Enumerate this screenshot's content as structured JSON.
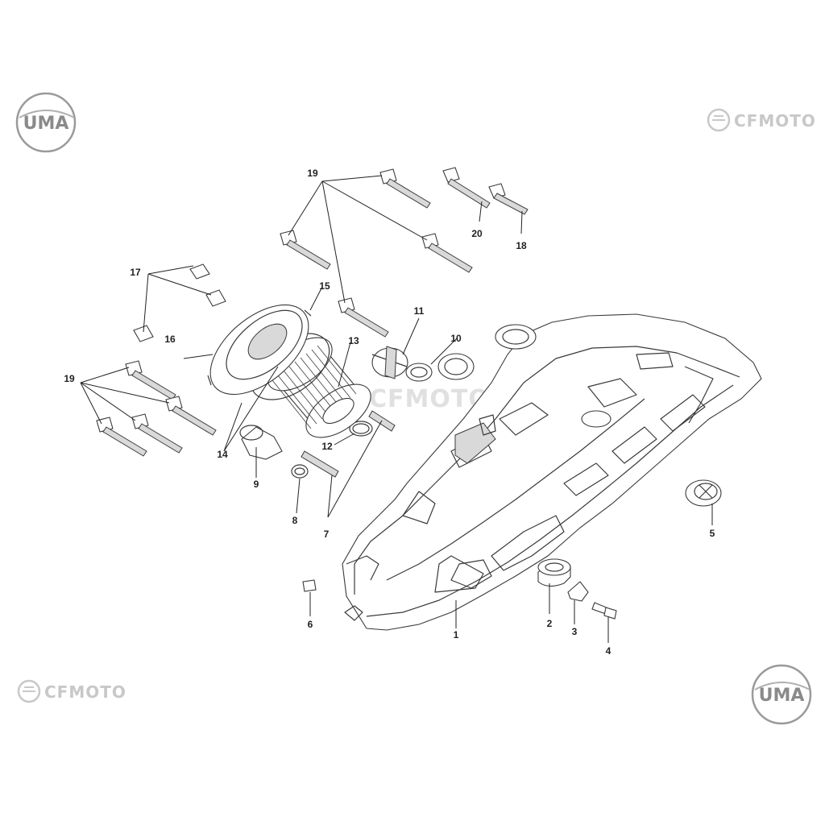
{
  "watermarks": {
    "uma_logo_text": "UMA",
    "cfmoto_logo_text": "CFMOTO"
  },
  "callouts": [
    {
      "id": "c1",
      "text": "1"
    },
    {
      "id": "c2",
      "text": "2"
    },
    {
      "id": "c3",
      "text": "3"
    },
    {
      "id": "c4",
      "text": "4"
    },
    {
      "id": "c5",
      "text": "5"
    },
    {
      "id": "c6",
      "text": "6"
    },
    {
      "id": "c7",
      "text": "7"
    },
    {
      "id": "c8",
      "text": "8"
    },
    {
      "id": "c9",
      "text": "9"
    },
    {
      "id": "c10",
      "text": "10"
    },
    {
      "id": "c11",
      "text": "11"
    },
    {
      "id": "c12",
      "text": "12"
    },
    {
      "id": "c13",
      "text": "13"
    },
    {
      "id": "c14",
      "text": "14"
    },
    {
      "id": "c15",
      "text": "15"
    },
    {
      "id": "c16",
      "text": "16"
    },
    {
      "id": "c17",
      "text": "17"
    },
    {
      "id": "c18",
      "text": "18"
    },
    {
      "id": "c19a",
      "text": "19"
    },
    {
      "id": "c19b",
      "text": "19"
    },
    {
      "id": "c20",
      "text": "20"
    }
  ],
  "colors": {
    "line": "#3a3a3a",
    "watermark": "#c8c8c8",
    "background": "#ffffff"
  }
}
